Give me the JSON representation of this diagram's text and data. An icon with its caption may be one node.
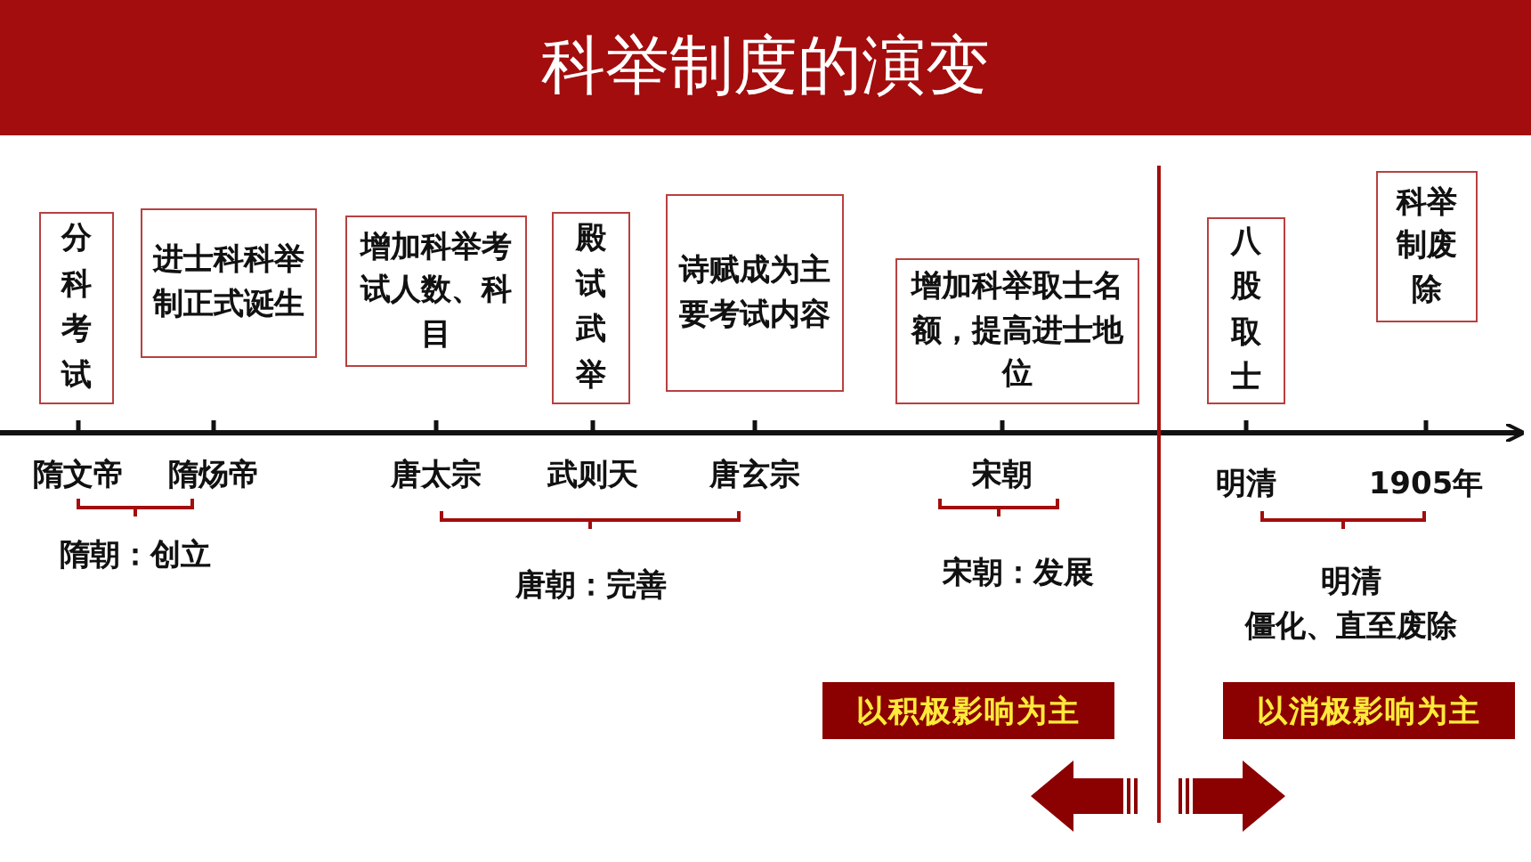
{
  "diagram": {
    "title": "科举制度的演变",
    "nodes": [
      {
        "text": [
          "分科考试"
        ]
      },
      {
        "text": [
          "进士科科举制正式诞生"
        ]
      },
      {
        "text": [
          "增加科举考试人数、科目"
        ]
      },
      {
        "text": [
          "殿试武举"
        ]
      },
      {
        "text": [
          "诗赋成为主要考试内容"
        ]
      },
      {
        "text": [
          "增加科举取士名额，提高进士地位"
        ]
      },
      {
        "text": [
          "八股取士"
        ]
      },
      {
        "text": [
          "科举制废除"
        ]
      },
      {
        "text": [
          "以积极影响为主"
        ]
      },
      {
        "text": [
          "以消极影响为主"
        ]
      }
    ],
    "labels": [
      "隋文帝",
      "隋炀帝",
      "唐太宗",
      "武则天",
      "唐玄宗",
      "宋朝",
      "明清",
      "1905年",
      "隋朝：创立",
      "唐朝：完善",
      "宋朝：发展",
      "明清",
      "僵化、直至废除"
    ]
  }
}
